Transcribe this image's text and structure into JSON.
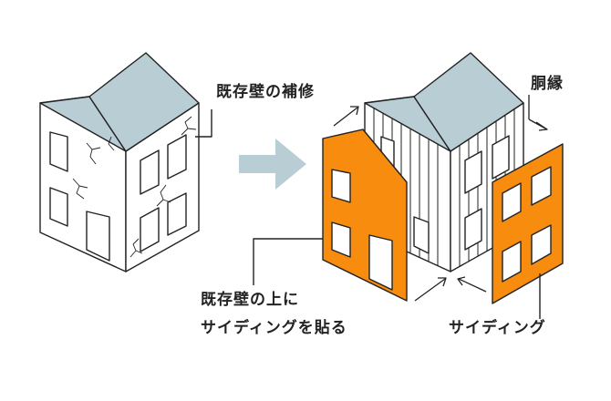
{
  "labels": {
    "repair_existing_wall": "既存壁の補修",
    "douen": "胴縁",
    "over_existing_wall": "既存壁の上に",
    "apply_siding": "サイディングを貼る",
    "siding": "サイディング"
  },
  "colors": {
    "roof": "#b9cdd5",
    "siding": "#f78c0e",
    "arrow": "#b9cdd5",
    "outline": "#222222",
    "wall": "#ffffff"
  }
}
